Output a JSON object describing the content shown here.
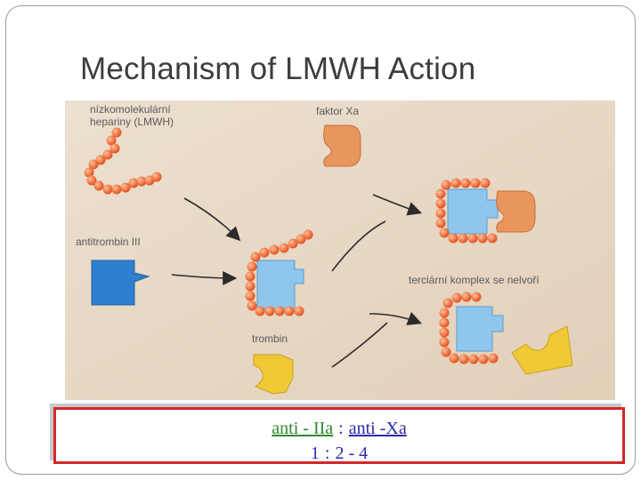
{
  "slide": {
    "title": "Mechanism of LMWH Action"
  },
  "figure": {
    "labels": {
      "lmwh_line1": "nízkomolekulární",
      "lmwh_line2": "hepariny (LMWH)",
      "factor_xa": "faktor Xa",
      "antithrombin": "antitrombin III",
      "tertiary_complex": "terciární komplex se nelvoří",
      "thrombin": "trombin"
    },
    "colors": {
      "background": "#e8d8c4",
      "bead": "#ef6a3c",
      "antithrombin_dark": "#2f7fd0",
      "antithrombin_light": "#8ec6ee",
      "factor_xa": "#e9955e",
      "thrombin": "#f0c836",
      "arrow": "#2b2b2b"
    }
  },
  "caption": {
    "ratio_left": "anti - IIa",
    "separator": ":",
    "ratio_right": "anti -Xa",
    "value_left": "1",
    "value_right": "2 - 4"
  }
}
